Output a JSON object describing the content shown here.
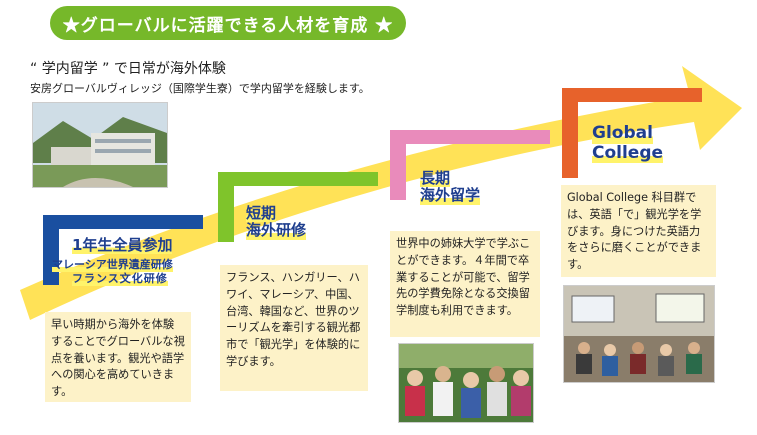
{
  "banner": {
    "text": "★グローバルに活躍できる人材を育成 ★"
  },
  "intro": {
    "title": "“ 学内留学 ” で日常が海外体験",
    "text": "安房グローバルヴィレッジ（国際学生寮）で学内留学を経験します。"
  },
  "steps": [
    {
      "title": "1年生全員参加",
      "sub1": "マレーシア世界遺産研修",
      "sub2": "フランス文化研修",
      "text": "早い時期から海外を体験することでグローバルな視点を養います。観光や語学への関心を高めていきます。",
      "color": "#1a4fa0"
    },
    {
      "title_line1": "短期",
      "title_line2": "海外研修",
      "text": "フランス、ハンガリー、ハワイ、マレーシア、中国、台湾、韓国など、世界のツーリズムを牽引する観光都市で「観光学」を体験的に学びます。",
      "color": "#7fc42b"
    },
    {
      "title_line1": "長期",
      "title_line2": "海外留学",
      "text": "世界中の姉妹大学で学ぶことができます。４年間で卒業することが可能で、留学先の学費免除となる交換留学制度も利用できます。",
      "color": "#e98bbb"
    },
    {
      "title_line1": "Global",
      "title_line2": "College",
      "text": "Global College 科目群では、英語「で」観光学を学びます。身につけた英語力をさらに磨くことができます。",
      "color": "#e7622b"
    }
  ],
  "colors": {
    "arrow": "#ffe257",
    "banner": "#76b82a",
    "textbox": "#fdf2c8"
  }
}
